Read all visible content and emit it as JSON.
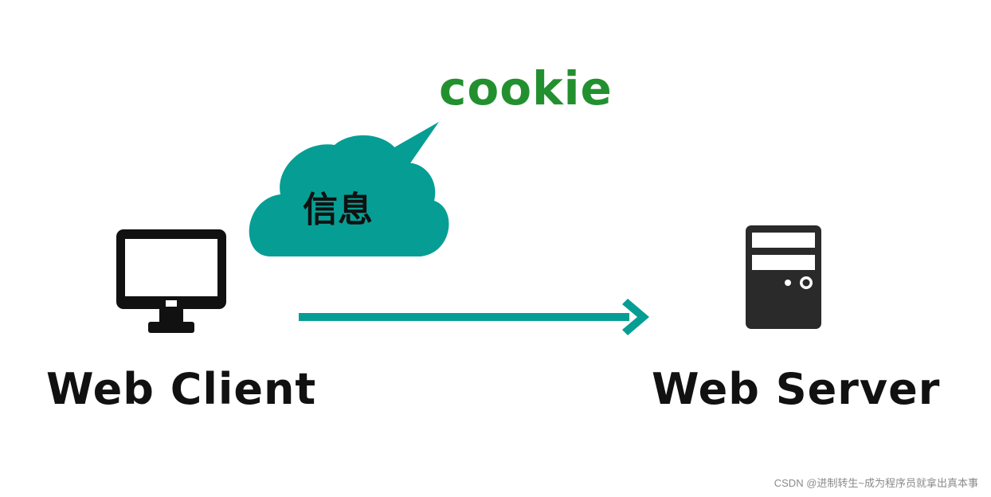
{
  "colors": {
    "teal": "#069E94",
    "cookie_green": "#239030",
    "icon_dark": "#111111",
    "server_dark": "#2A2A2A"
  },
  "client": {
    "icon": "monitor-icon",
    "label": "Web Client"
  },
  "server": {
    "icon": "server-tower-icon",
    "label": "Web Server"
  },
  "cloud": {
    "icon": "cloud-speech-bubble",
    "text": "信息"
  },
  "cookie": {
    "label": "cookie"
  },
  "arrow": {
    "icon": "arrow-right-icon"
  },
  "watermark": {
    "text": "CSDN @进制转生~成为程序员就拿出真本事"
  }
}
